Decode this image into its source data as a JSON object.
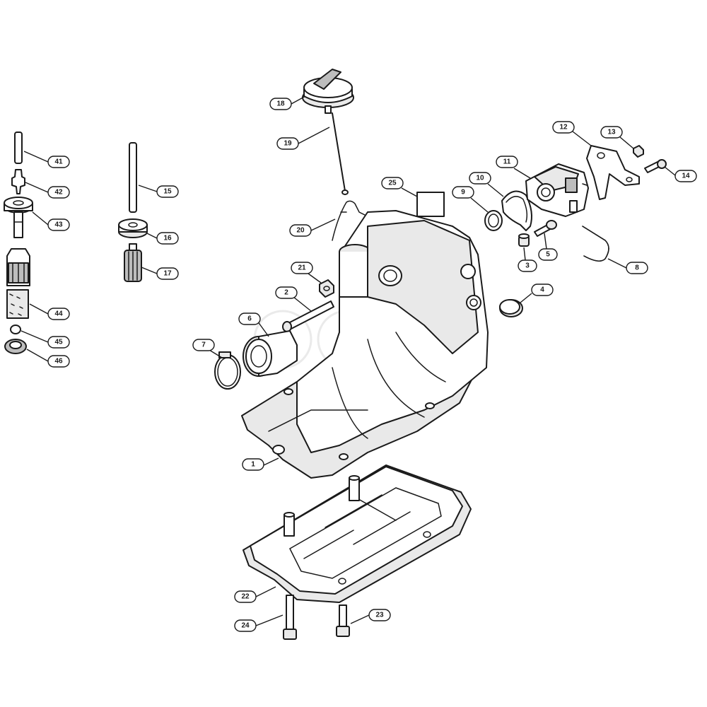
{
  "diagram": {
    "callouts": [
      {
        "id": "c1",
        "label": "1"
      },
      {
        "id": "c2",
        "label": "2"
      },
      {
        "id": "c3",
        "label": "3"
      },
      {
        "id": "c4",
        "label": "4"
      },
      {
        "id": "c5",
        "label": "5"
      },
      {
        "id": "c6",
        "label": "6"
      },
      {
        "id": "c7",
        "label": "7"
      },
      {
        "id": "c8",
        "label": "8"
      },
      {
        "id": "c9",
        "label": "9"
      },
      {
        "id": "c10",
        "label": "10"
      },
      {
        "id": "c11",
        "label": "11"
      },
      {
        "id": "c12",
        "label": "12"
      },
      {
        "id": "c13",
        "label": "13"
      },
      {
        "id": "c14",
        "label": "14"
      },
      {
        "id": "c15",
        "label": "15"
      },
      {
        "id": "c16",
        "label": "16"
      },
      {
        "id": "c17",
        "label": "17"
      },
      {
        "id": "c18",
        "label": "18"
      },
      {
        "id": "c19",
        "label": "19"
      },
      {
        "id": "c20",
        "label": "20"
      },
      {
        "id": "c21",
        "label": "21"
      },
      {
        "id": "c22",
        "label": "22"
      },
      {
        "id": "c23",
        "label": "23"
      },
      {
        "id": "c24",
        "label": "24"
      },
      {
        "id": "c25",
        "label": "25"
      },
      {
        "id": "c41",
        "label": "41"
      },
      {
        "id": "c42",
        "label": "42"
      },
      {
        "id": "c43",
        "label": "43"
      },
      {
        "id": "c44",
        "label": "44"
      },
      {
        "id": "c45",
        "label": "45"
      },
      {
        "id": "c46",
        "label": "46"
      }
    ]
  }
}
